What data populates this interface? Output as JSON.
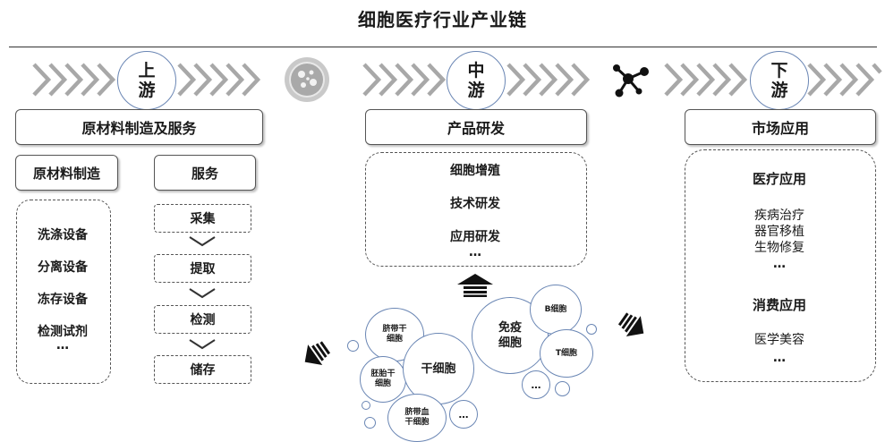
{
  "title": "细胞医疗行业产业链",
  "stages": {
    "upstream": {
      "line1": "上",
      "line2": "游"
    },
    "midstream": {
      "line1": "中",
      "line2": "游"
    },
    "downstream": {
      "line1": "下",
      "line2": "游"
    }
  },
  "upstream": {
    "header": "原材料制造及服务",
    "raw_materials": {
      "header": "原材料制造",
      "items": [
        "洗涤设备",
        "分离设备",
        "冻存设备",
        "检测试剂",
        "…"
      ]
    },
    "services": {
      "header": "服务",
      "steps": [
        "采集",
        "提取",
        "检测",
        "储存"
      ]
    }
  },
  "midstream": {
    "header": "产品研发",
    "items": [
      "细胞增殖",
      "技术研发",
      "应用研发",
      "…"
    ],
    "bubbles": {
      "umbilical_stem": "脐带干\n细胞",
      "embryo_stem": "胚胎干\n细胞",
      "stem_cell": "干细胞",
      "cord_blood_stem": "脐带血\n干细胞",
      "stem_more": "…",
      "immune_cell": "免疫\n细胞",
      "b_cell": "B细胞",
      "t_cell": "T细胞",
      "immune_more": "…"
    }
  },
  "downstream": {
    "header": "市场应用",
    "medical": {
      "header": "医疗应用",
      "items": [
        "疾病治疗",
        "器官移植",
        "生物修复",
        "…"
      ]
    },
    "consumer": {
      "header": "消费应用",
      "items": [
        "医学美容",
        "…"
      ]
    }
  },
  "icons": [
    "petri-dish-icon",
    "molecule-icon"
  ],
  "colors": {
    "circle_border": "#6a86b4",
    "chevron_gray": "#aaaaaa"
  }
}
